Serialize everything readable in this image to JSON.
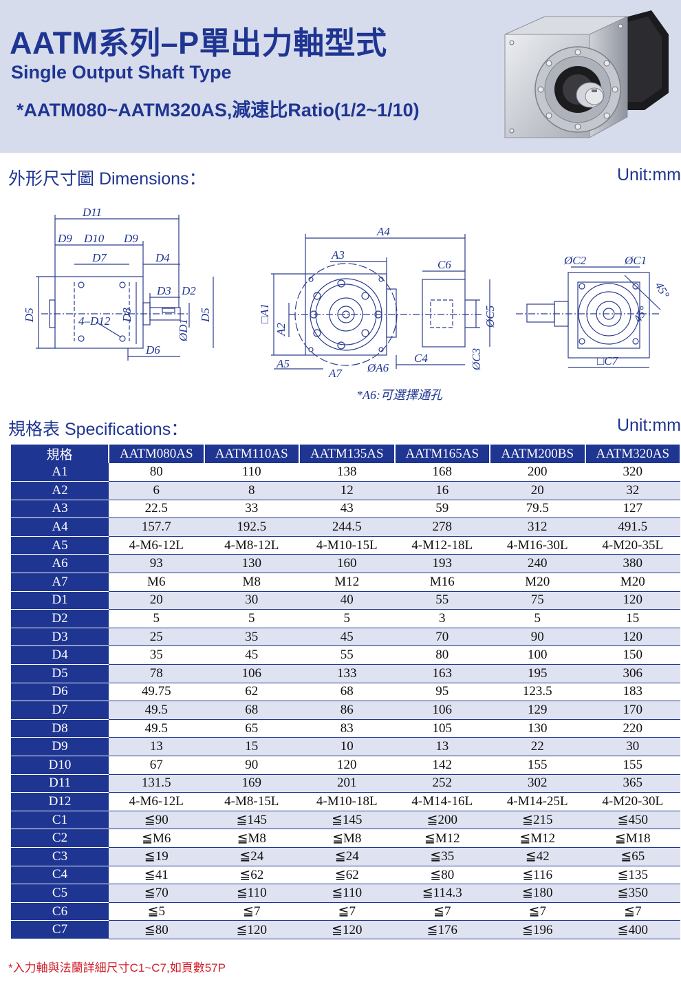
{
  "header": {
    "title": "AATM系列–P單出力軸型式",
    "subtitle": "Single Output Shaft Type",
    "range": "*AATM080~AATM320AS,減速比Ratio(1/2~1/10)"
  },
  "dimensions": {
    "title": "外形尺寸圖 Dimensions：",
    "unit": "Unit:mm",
    "labels": {
      "d11": "D11",
      "d9a": "D9",
      "d10": "D10",
      "d9b": "D9",
      "d7": "D7",
      "d4": "D4",
      "d3": "D3",
      "d2": "D2",
      "d5": "D5",
      "d5b": "D5",
      "d8": "D8",
      "d1": "ØD1",
      "d12": "4–D12",
      "d6": "D6",
      "a4": "A4",
      "a3": "A3",
      "c6": "C6",
      "a1": "□A1",
      "a2": "A2",
      "c5": "ØC5",
      "c3": "ØC3",
      "c4": "C4",
      "a5": "A5",
      "a7": "A7",
      "a6": "ØA6",
      "c2": "ØC2",
      "c1": "ØC1",
      "c7": "□C7",
      "deg45a": "45°",
      "deg45b": "45°"
    },
    "note": "*A6:可選擇通孔"
  },
  "specs": {
    "title": "規格表 Specifications：",
    "unit": "Unit:mm",
    "headers": [
      "規格",
      "AATM080AS",
      "AATM110AS",
      "AATM135AS",
      "AATM165AS",
      "AATM200BS",
      "AATM320AS"
    ],
    "rows": [
      [
        "A1",
        "80",
        "110",
        "138",
        "168",
        "200",
        "320"
      ],
      [
        "A2",
        "6",
        "8",
        "12",
        "16",
        "20",
        "32"
      ],
      [
        "A3",
        "22.5",
        "33",
        "43",
        "59",
        "79.5",
        "127"
      ],
      [
        "A4",
        "157.7",
        "192.5",
        "244.5",
        "278",
        "312",
        "491.5"
      ],
      [
        "A5",
        "4-M6-12L",
        "4-M8-12L",
        "4-M10-15L",
        "4-M12-18L",
        "4-M16-30L",
        "4-M20-35L"
      ],
      [
        "A6",
        "93",
        "130",
        "160",
        "193",
        "240",
        "380"
      ],
      [
        "A7",
        "M6",
        "M8",
        "M12",
        "M16",
        "M20",
        "M20"
      ],
      [
        "D1",
        "20",
        "30",
        "40",
        "55",
        "75",
        "120"
      ],
      [
        "D2",
        "5",
        "5",
        "5",
        "3",
        "5",
        "15"
      ],
      [
        "D3",
        "25",
        "35",
        "45",
        "70",
        "90",
        "120"
      ],
      [
        "D4",
        "35",
        "45",
        "55",
        "80",
        "100",
        "150"
      ],
      [
        "D5",
        "78",
        "106",
        "133",
        "163",
        "195",
        "306"
      ],
      [
        "D6",
        "49.75",
        "62",
        "68",
        "95",
        "123.5",
        "183"
      ],
      [
        "D7",
        "49.5",
        "68",
        "86",
        "106",
        "129",
        "170"
      ],
      [
        "D8",
        "49.5",
        "65",
        "83",
        "105",
        "130",
        "220"
      ],
      [
        "D9",
        "13",
        "15",
        "10",
        "13",
        "22",
        "30"
      ],
      [
        "D10",
        "67",
        "90",
        "120",
        "142",
        "155",
        "155"
      ],
      [
        "D11",
        "131.5",
        "169",
        "201",
        "252",
        "302",
        "365"
      ],
      [
        "D12",
        "4-M6-12L",
        "4-M8-15L",
        "4-M10-18L",
        "4-M14-16L",
        "4-M14-25L",
        "4-M20-30L"
      ],
      [
        "C1",
        "≦90",
        "≦145",
        "≦145",
        "≦200",
        "≦215",
        "≦450"
      ],
      [
        "C2",
        "≦M6",
        "≦M8",
        "≦M8",
        "≦M12",
        "≦M12",
        "≦M18"
      ],
      [
        "C3",
        "≦19",
        "≦24",
        "≦24",
        "≦35",
        "≦42",
        "≦65"
      ],
      [
        "C4",
        "≦41",
        "≦62",
        "≦62",
        "≦80",
        "≦116",
        "≦135"
      ],
      [
        "C5",
        "≦70",
        "≦110",
        "≦110",
        "≦114.3",
        "≦180",
        "≦350"
      ],
      [
        "C6",
        "≦5",
        "≦7",
        "≦7",
        "≦7",
        "≦7",
        "≦7"
      ],
      [
        "C7",
        "≦80",
        "≦120",
        "≦120",
        "≦176",
        "≦196",
        "≦400"
      ]
    ]
  },
  "footnote": "*入力軸與法蘭詳細尺寸C1~C7,如頁數57P",
  "colors": {
    "brand": "#1f3592",
    "header_bg": "#d6dcec",
    "row_alt": "#dfe3f1",
    "footnote": "#d11f2a"
  }
}
